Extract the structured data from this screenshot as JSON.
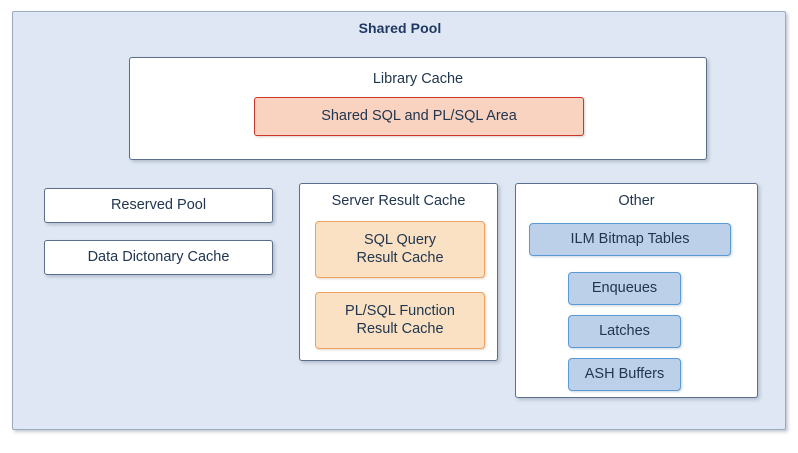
{
  "diagram": {
    "title": "Shared Pool",
    "library_cache": {
      "title": "Library Cache",
      "shared_sql_area": "Shared SQL and PL/SQL Area"
    },
    "left_column": {
      "reserved_pool": "Reserved Pool",
      "data_dictionary_cache": "Data Dictonary Cache"
    },
    "server_result_cache": {
      "title": "Server Result Cache",
      "sql_query_result_cache": "SQL Query\nResult Cache",
      "plsql_function_result_cache": "PL/SQL Function\nResult Cache"
    },
    "other": {
      "title": "Other",
      "items": [
        "ILM Bitmap Tables",
        "Enqueues",
        "Latches",
        "ASH Buffers"
      ]
    }
  },
  "colors": {
    "page_background": "#ffffff",
    "shared_pool_fill": "#dee7f3",
    "shared_pool_border": "#9aabc0",
    "panel_fill": "#ffffff",
    "panel_border": "#5b6f8c",
    "salmon_fill": "#f9d2c0",
    "salmon_border": "#c9382b",
    "orange_fill": "#fae1c4",
    "orange_border": "#efa15f",
    "blue_fill": "#bcd0e9",
    "blue_border": "#5b9bd5",
    "title_text": "#1f3864",
    "body_text": "#21364f"
  }
}
